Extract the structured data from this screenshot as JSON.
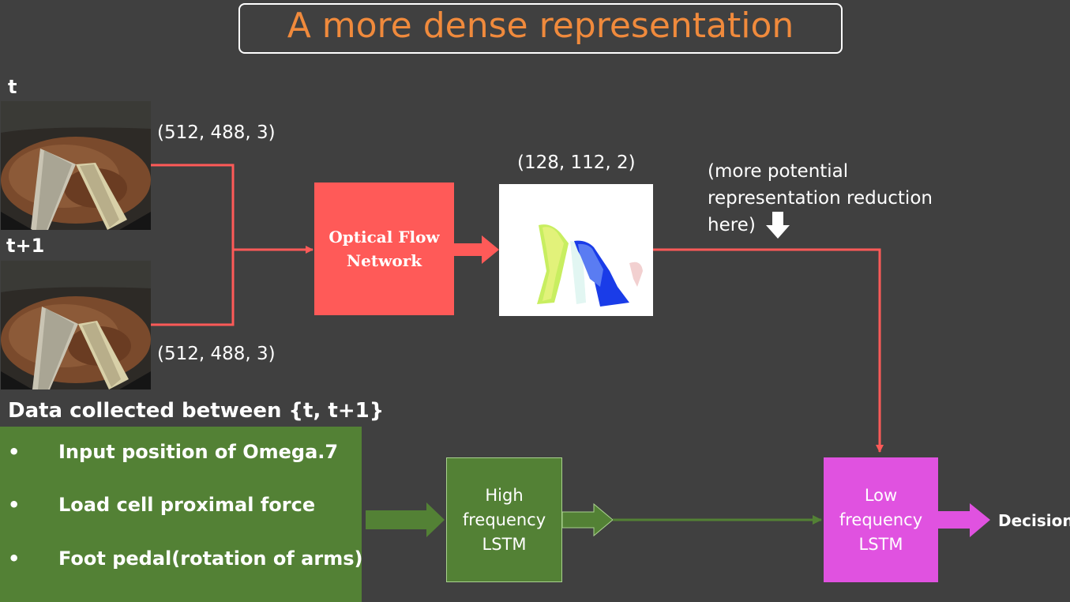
{
  "title": "A more dense representation",
  "frames": {
    "t": {
      "label": "t",
      "dims": "(512, 488, 3)"
    },
    "t1": {
      "label": "t+1",
      "dims": "(512, 488, 3)"
    }
  },
  "optical_flow": {
    "label": "Optical Flow\nNetwork"
  },
  "flow_output": {
    "dims": "(128, 112, 2)"
  },
  "reduction_note": "(more potential\nrepresentation reduction\nhere)",
  "data_section": {
    "heading": "Data collected between {t, t+1}",
    "bullet_symbol": "•",
    "items": [
      "Input position of Omega.7",
      "Load cell proximal force",
      "Foot pedal(rotation of arms)"
    ]
  },
  "high_freq_lstm": {
    "label": "High\nfrequency\nLSTM"
  },
  "low_freq_lstm": {
    "label": "Low\nfrequency\nLSTM"
  },
  "decision": "Decision",
  "colors": {
    "background": "#404040",
    "title": "#f08a3c",
    "flow_line": "#ff5a58",
    "green": "#538135",
    "magenta": "#e052e0"
  }
}
